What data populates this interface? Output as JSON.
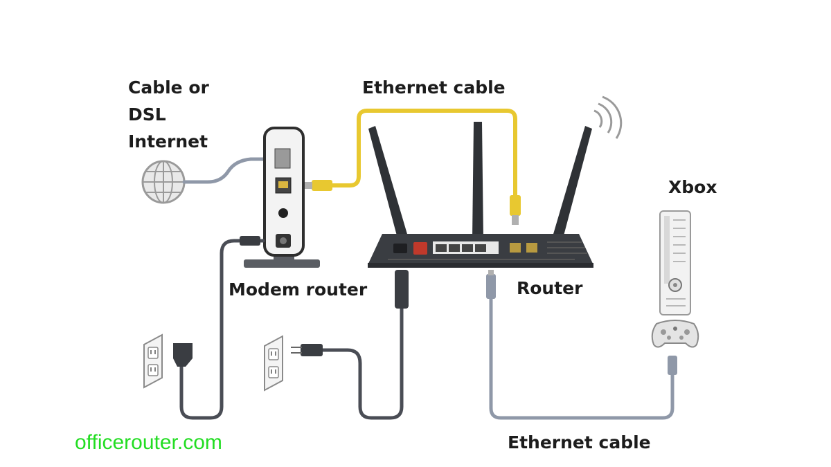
{
  "labels": {
    "internet": [
      "Cable or",
      "DSL",
      "Internet"
    ],
    "ethernet_top": "Ethernet cable",
    "xbox": "Xbox",
    "modem_router": "Modem router",
    "router": "Router",
    "ethernet_bottom": "Ethernet cable"
  },
  "brand": {
    "site": "officerouter.com",
    "color": "#22dd22"
  },
  "colors": {
    "yellow_cable": "#e8c830",
    "grey_cable": "#8f98a8",
    "dark_cable": "#4a4d55",
    "device": "#3a3d42",
    "modem_body": "#f3f3f3"
  }
}
